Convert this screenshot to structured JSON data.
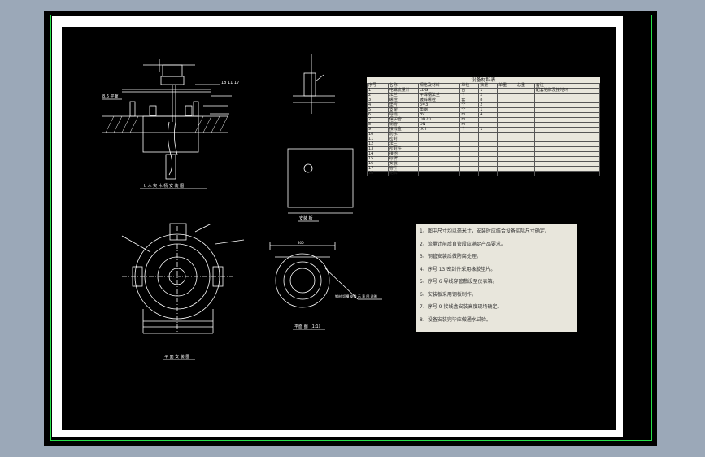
{
  "labels": {
    "view_main": "ｌ 木 实 木 杨 安 装 图",
    "view_bottom": "平 面 安 装 图",
    "view_small": "安装 板",
    "view_circle": "平面 图（1:1）",
    "dim_right": "18  11  17",
    "dim_left_tag": "8.6 平面",
    "circle_dim": "300",
    "circle_note": "钢材 切槽 安装 示 意 图 说明"
  },
  "bom": {
    "title": "设备材料表",
    "header": [
      "序号",
      "名称",
      "规格及材料",
      "单位",
      "数量",
      "单重",
      "总重",
      "备注"
    ],
    "rows": [
      [
        "1",
        "电磁流量计",
        "LDG",
        "台",
        "1",
        "",
        "",
        "配套铭牌及接地环"
      ],
      [
        "2",
        "法兰",
        "平焊钢法兰",
        "个",
        "2",
        "",
        "",
        ""
      ],
      [
        "3",
        "螺栓",
        "镀锌螺栓",
        "套",
        "8",
        "",
        "",
        ""
      ],
      [
        "4",
        "垫片",
        "δ=3",
        "个",
        "2",
        "",
        "",
        ""
      ],
      [
        "5",
        "支架",
        "角钢",
        "个",
        "1",
        "",
        "",
        ""
      ],
      [
        "6",
        "导线",
        "BV",
        "m",
        "4",
        "",
        "",
        ""
      ],
      [
        "7",
        "保护管",
        "DN20",
        "m",
        "",
        "",
        "",
        ""
      ],
      [
        "8",
        "钢管",
        "DN",
        "m",
        "",
        "",
        "",
        ""
      ],
      [
        "9",
        "接线盒",
        "JXH",
        "个",
        "1",
        "",
        "",
        ""
      ],
      [
        "10",
        "防水",
        "",
        "",
        "",
        "",
        "",
        ""
      ],
      [
        "11",
        "密封",
        "",
        "",
        "",
        "",
        "",
        ""
      ],
      [
        "12",
        "法兰",
        "",
        "",
        "",
        "",
        "",
        ""
      ],
      [
        "13",
        "密封件",
        "",
        "",
        "",
        "",
        "",
        ""
      ],
      [
        "14",
        "接地",
        "",
        "",
        "",
        "",
        "",
        ""
      ],
      [
        "15",
        "标牌",
        "",
        "",
        "",
        "",
        "",
        ""
      ],
      [
        "16",
        "安装",
        "",
        "",
        "",
        "",
        "",
        ""
      ],
      [
        "17",
        "管件",
        "",
        "",
        "",
        "",
        "",
        ""
      ],
      [
        "18",
        "铭牌",
        "",
        "",
        "",
        "",
        "",
        ""
      ]
    ]
  },
  "notes": [
    "1、图中尺寸均以毫米计，安装时应结合设备实际尺寸确定。",
    "2、流量计前后直管段应满足产品要求。",
    "3、钢管安装后做防腐处理。",
    "4、序号 13 密封件采用橡胶垫片。",
    "5、序号 6 导线穿管敷设至仪表箱。",
    "6、安装板采用钢板制作。",
    "7、序号 9 接线盒安装高度现场确定。",
    "8、设备安装完毕应做通水试验。"
  ],
  "colors": {
    "background": "#9ba8b8",
    "drawing": "#000000",
    "line": "#ffffff",
    "frame_green": "#27e04a",
    "table_bg": "#e8e6dc"
  }
}
